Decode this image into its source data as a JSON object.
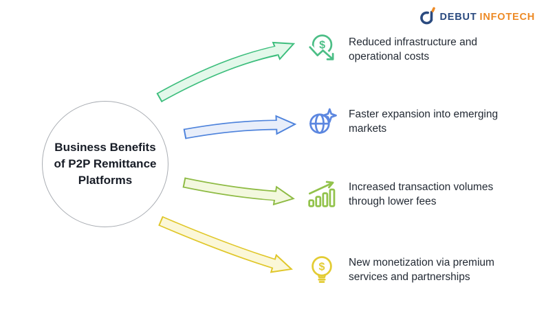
{
  "logo": {
    "primary": "DEBUT",
    "secondary": "INFOTECH",
    "primary_color": "#2A4A7F",
    "secondary_color": "#ED8A25"
  },
  "hub": {
    "title": "Business Benefits of P2P Remittance Platforms"
  },
  "benefits": [
    {
      "label": "Reduced infrastructure and operational costs",
      "icon": "dollar-decrease-icon",
      "icon_color": "#4CBE86",
      "arrow": {
        "stroke": "#3DBE7D",
        "fill": "#E3F8EA"
      }
    },
    {
      "label": "Faster expansion into emerging markets",
      "icon": "globe-sparkle-icon",
      "icon_color": "#5C87E0",
      "arrow": {
        "stroke": "#4E83DC",
        "fill": "#E8EEFA"
      }
    },
    {
      "label": "Increased transaction volumes through lower fees",
      "icon": "growth-chart-icon",
      "icon_color": "#92C24B",
      "arrow": {
        "stroke": "#8EBB44",
        "fill": "#F3F8DE"
      }
    },
    {
      "label": "New monetization via premium services and partnerships",
      "icon": "dollar-bulb-icon",
      "icon_color": "#E3CC33",
      "arrow": {
        "stroke": "#E0C72A",
        "fill": "#FBF7D8"
      }
    }
  ]
}
